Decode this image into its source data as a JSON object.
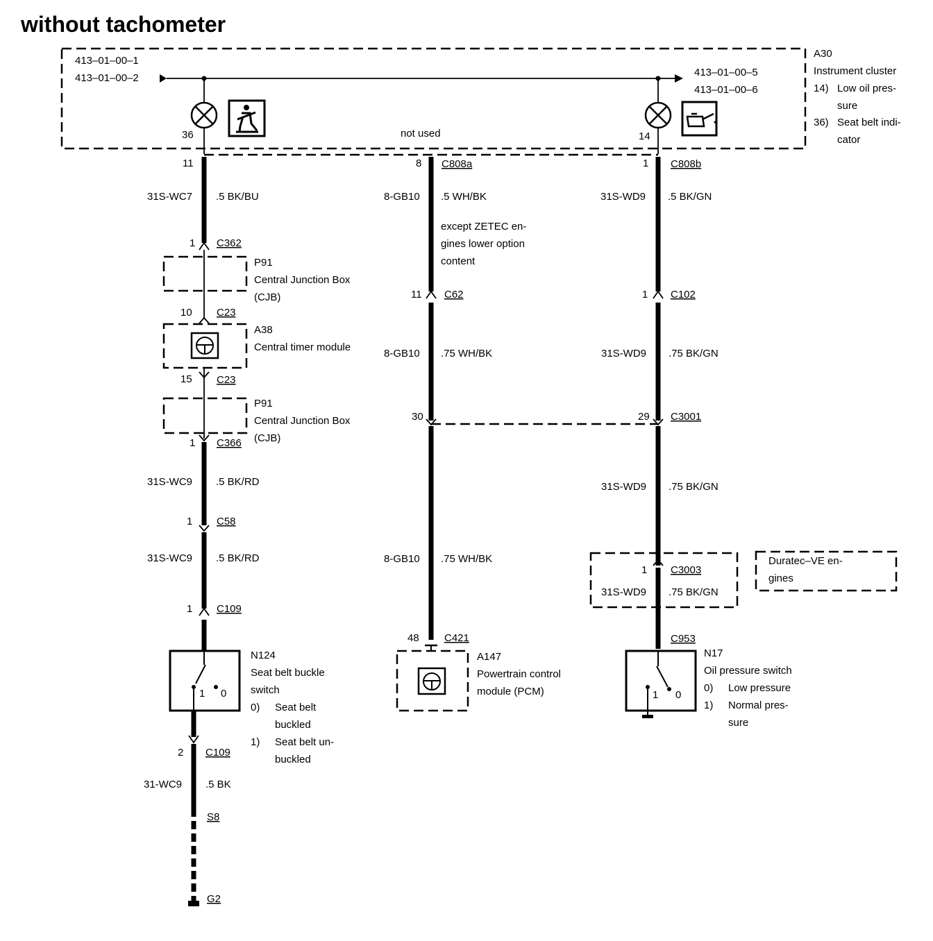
{
  "title": "without tachometer",
  "cluster": {
    "id": "A30",
    "name": "Instrument cluster",
    "notes": [
      "14)",
      "Low oil pres-",
      "sure",
      "36)",
      "Seat belt indi-",
      "cator"
    ],
    "ref_in": [
      "413–01–00–1",
      "413–01–00–2"
    ],
    "ref_out": [
      "413–01–00–5",
      "413–01–00–6"
    ],
    "pin_left": "36",
    "pin_right": "14",
    "not_used": "not used"
  },
  "col1": {
    "pin_top": "11",
    "wire1": {
      "code": "31S-WC7",
      "spec": ".5 BK/BU"
    },
    "c362": {
      "pin": "1",
      "conn": "C362"
    },
    "p91a": {
      "id": "P91",
      "name": "Central Junction Box",
      "abbr": "(CJB)"
    },
    "c23a": {
      "pin": "10",
      "conn": "C23"
    },
    "a38": {
      "id": "A38",
      "name": "Central timer module"
    },
    "c23b": {
      "pin": "15",
      "conn": "C23"
    },
    "p91b": {
      "id": "P91",
      "name": "Central Junction Box",
      "abbr": "(CJB)"
    },
    "c366": {
      "pin": "1",
      "conn": "C366"
    },
    "wire2": {
      "code": "31S-WC9",
      "spec": ".5 BK/RD"
    },
    "c58": {
      "pin": "1",
      "conn": "C58"
    },
    "wire3": {
      "code": "31S-WC9",
      "spec": ".5 BK/RD"
    },
    "c109a": {
      "pin": "1",
      "conn": "C109"
    },
    "n124": {
      "id": "N124",
      "name1": "Seat belt buckle",
      "name2": "switch",
      "s0": "0)",
      "s0a": "Seat belt",
      "s0b": "buckled",
      "s1": "1)",
      "s1a": "Seat belt un-",
      "s1b": "buckled",
      "p1": "1",
      "p0": "0"
    },
    "c109b": {
      "pin": "2",
      "conn": "C109"
    },
    "wire4": {
      "code": "31-WC9",
      "spec": ".5 BK"
    },
    "s8": "S8",
    "g2": "G2"
  },
  "col2": {
    "pin_top": "8",
    "conn_top": "C808a",
    "wire1": {
      "code": "8-GB10",
      "spec": ".5 WH/BK"
    },
    "note": [
      "except ZETEC en-",
      "gines lower option",
      "content"
    ],
    "c62": {
      "pin": "11",
      "conn": "C62"
    },
    "wire2": {
      "code": "8-GB10",
      "spec": ".75 WH/BK"
    },
    "c3001_pin": "30",
    "wire3": {
      "code": "8-GB10",
      "spec": ".75 WH/BK"
    },
    "c421": {
      "pin": "48",
      "conn": "C421"
    },
    "a147": {
      "id": "A147",
      "name1": "Powertrain control",
      "name2": "module (PCM)"
    }
  },
  "col3": {
    "pin_top": "1",
    "conn_top": "C808b",
    "wire1": {
      "code": "31S-WD9",
      "spec": ".5 BK/GN"
    },
    "c102": {
      "pin": "1",
      "conn": "C102"
    },
    "wire2": {
      "code": "31S-WD9",
      "spec": ".75 BK/GN"
    },
    "c3001": {
      "pin": "29",
      "conn": "C3001"
    },
    "wire3": {
      "code": "31S-WD9",
      "spec": ".75 BK/GN"
    },
    "c3003": {
      "pin": "1",
      "conn": "C3003"
    },
    "wire4": {
      "code": "31S-WD9",
      "spec": ".75 BK/GN"
    },
    "duratec": [
      "Duratec–VE en-",
      "gines"
    ],
    "c953": "C953",
    "n17": {
      "id": "N17",
      "name": "Oil pressure switch",
      "s0": "0)",
      "s0a": "Low pressure",
      "s1": "1)",
      "s1a": "Normal pres-",
      "s1b": "sure",
      "p1": "1",
      "p0": "0"
    }
  }
}
